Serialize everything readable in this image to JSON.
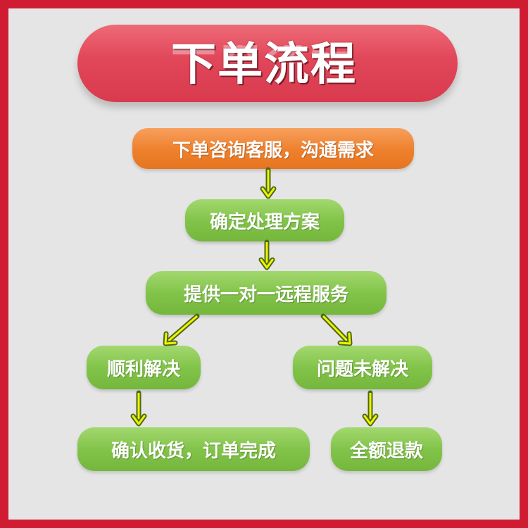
{
  "title": "下单流程",
  "steps": {
    "consult": "下单咨询客服，沟通需求",
    "plan": "确定处理方案",
    "remote": "提供一对一远程服务",
    "solved": "顺利解决",
    "unsolved": "问题未解决",
    "complete": "确认收货，订单完成",
    "refund": "全额退款"
  },
  "colors": {
    "frame": "#d01c33",
    "background": "#e5e5e5",
    "banner": "#e14659",
    "first_step": "#ef822f",
    "steps": "#82c44a",
    "arrows": "#f2f200"
  }
}
